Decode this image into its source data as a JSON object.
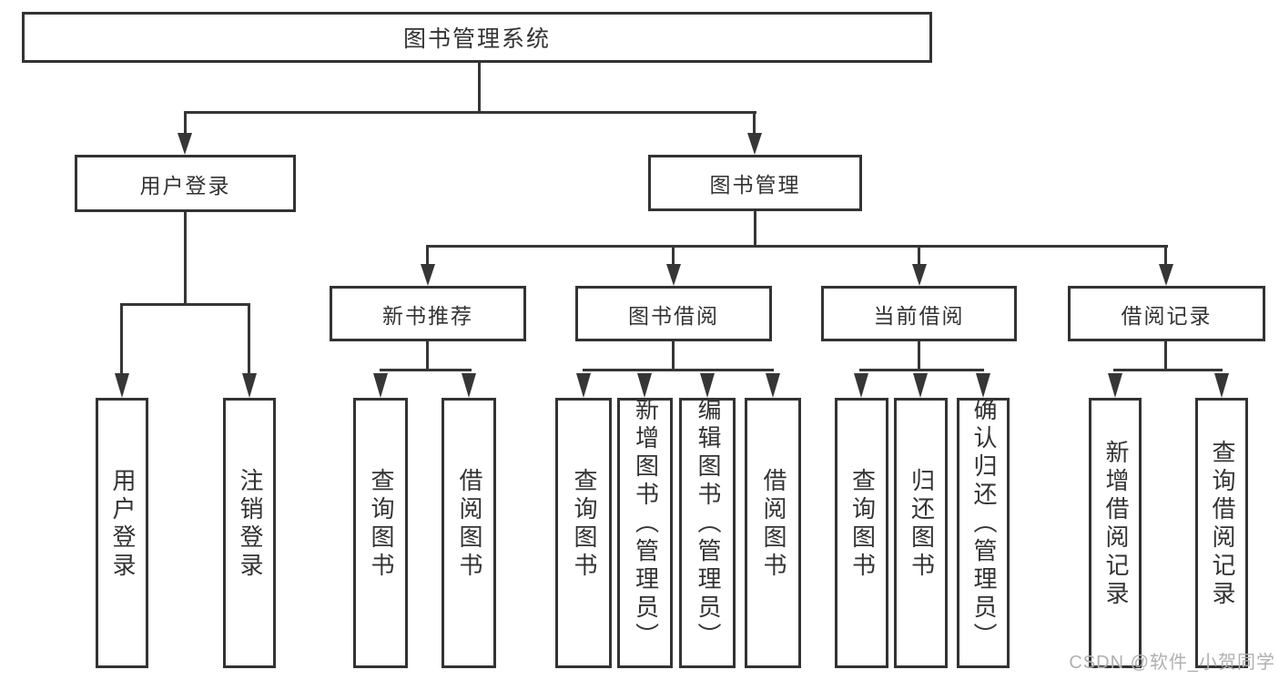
{
  "tree": {
    "root": {
      "label": "图书管理系统",
      "children": [
        {
          "label": "用户登录",
          "children": [
            {
              "label": "用户登录"
            },
            {
              "label": "注销登录"
            }
          ]
        },
        {
          "label": "图书管理",
          "children": [
            {
              "label": "新书推荐",
              "children": [
                {
                  "label": "查询图书"
                },
                {
                  "label": "借阅图书"
                }
              ]
            },
            {
              "label": "图书借阅",
              "children": [
                {
                  "label": "查询图书"
                },
                {
                  "label": "新增图书（管理员）"
                },
                {
                  "label": "编辑图书（管理员）"
                },
                {
                  "label": "借阅图书"
                }
              ]
            },
            {
              "label": "当前借阅",
              "children": [
                {
                  "label": "查询图书"
                },
                {
                  "label": "归还图书"
                },
                {
                  "label": "确认归还（管理员）"
                }
              ]
            },
            {
              "label": "借阅记录",
              "children": [
                {
                  "label": "新增借阅记录"
                },
                {
                  "label": "查询借阅记录"
                }
              ]
            }
          ]
        }
      ]
    }
  },
  "watermark": {
    "text": "CSDN @软件_小贺同学"
  },
  "colors": {
    "line": "#363636",
    "box_border": "#333333",
    "text": "#333333",
    "watermark": "#b0b0b0",
    "background": "#ffffff"
  }
}
